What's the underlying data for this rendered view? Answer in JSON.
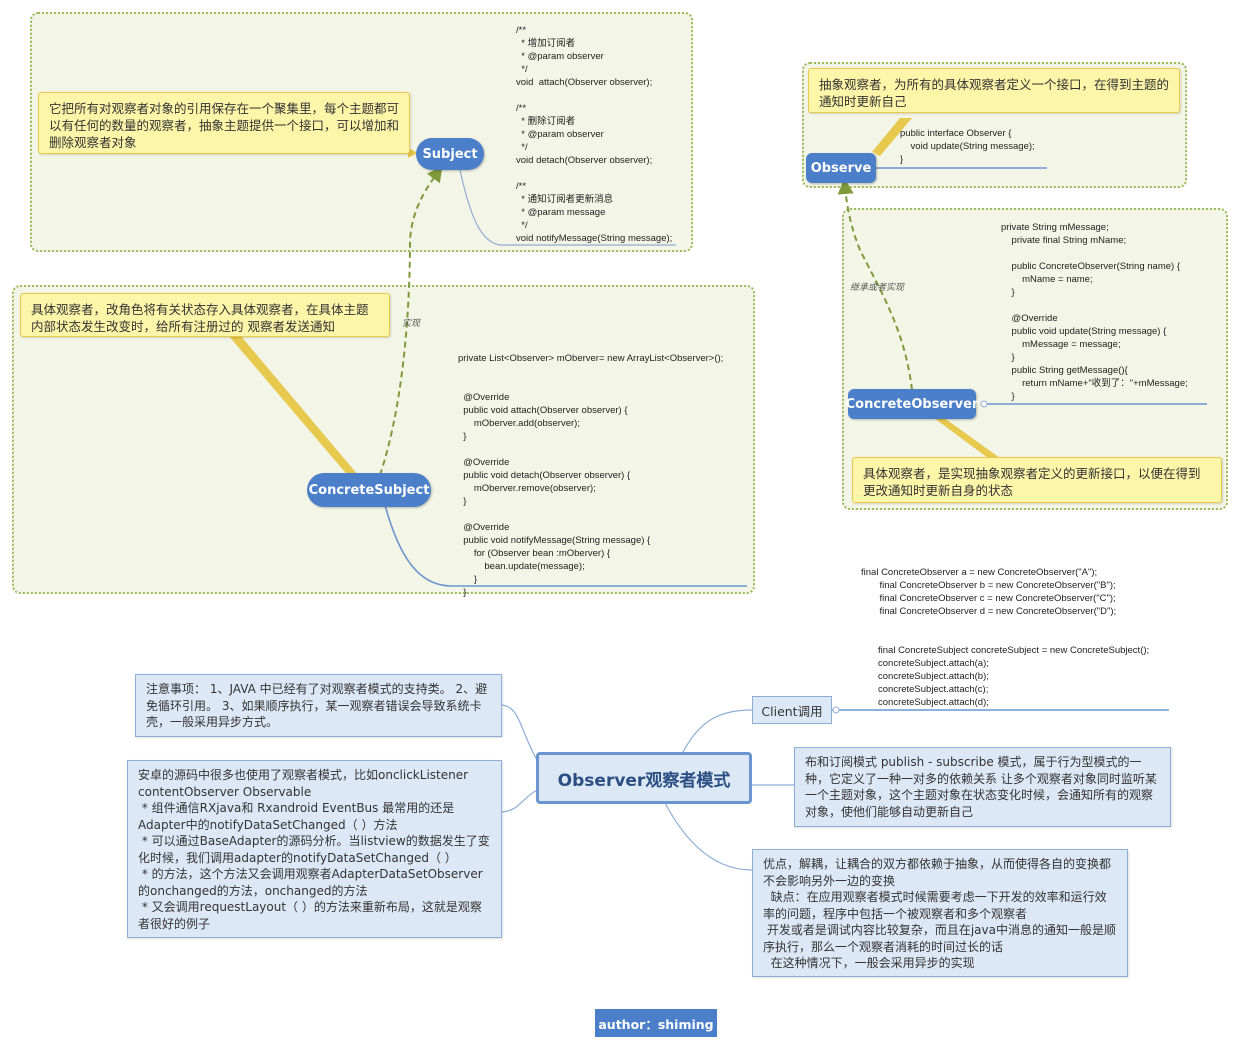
{
  "subject": {
    "label": "Subject",
    "note": "它把所有对观察者对象的引用保存在一个聚集里，每个主题都可以有任何的数量的观察者，抽象主题提供一个接口，可以增加和删除观察者对象",
    "code": "/**\n  * 增加订阅者\n  * @param observer\n  */\nvoid  attach(Observer observer);\n\n/**\n  * 删除订阅者\n  * @param observer\n  */\nvoid detach(Observer observer);\n\n/**\n  * 通知订阅者更新消息\n  * @param message\n  */\nvoid notifyMessage(String message);"
  },
  "concrete_subject": {
    "label": "ConcreteSubject",
    "note": "具体观察者，改角色将有关状态存入具体观察者，在具体主题内部状态发生改变时，给所有注册过的 观察者发送通知",
    "relation": "实现",
    "code": "private List<Observer> mOberver= new ArrayList<Observer>();\n\n\n  @Override\n  public void attach(Observer observer) {\n      mOberver.add(observer);\n  }\n\n  @Override\n  public void detach(Observer observer) {\n      mOberver.remove(observer);\n  }\n\n  @Override\n  public void notifyMessage(String message) {\n      for (Observer bean :mOberver) {\n          bean.update(message);\n      }\n  }"
  },
  "observe": {
    "label": "Observe",
    "note": "抽象观察者，为所有的具体观察者定义一个接口，在得到主题的通知时更新自己",
    "code": "public interface Observer {\n    void update(String message);\n}"
  },
  "concrete_observer": {
    "label": "ConcreteObserver",
    "relation": "继承或者实现",
    "note": "具体观察者，是实现抽象观察者定义的更新接口，以便在得到更改通知时更新自身的状态",
    "code": "private String mMessage;\n    private final String mName;\n\n    public ConcreteObserver(String name) {\n        mName = name;\n    }\n\n    @Override\n    public void update(String message) {\n        mMessage = message;\n    }\n    public String getMessage(){\n        return mName+\"收到了：\"+mMessage;\n    }"
  },
  "client": {
    "label": "Client调用",
    "code_top": "final ConcreteObserver a = new ConcreteObserver(\"A\");\n       final ConcreteObserver b = new ConcreteObserver(\"B\");\n       final ConcreteObserver c = new ConcreteObserver(\"C\");\n       final ConcreteObserver d = new ConcreteObserver(\"D\");",
    "code_bottom": "final ConcreteSubject concreteSubject = new ConcreteSubject();\nconcreteSubject.attach(a);\nconcreteSubject.attach(b);\nconcreteSubject.attach(c);\nconcreteSubject.attach(d);"
  },
  "main_topic": "Observer观察者模式",
  "notes": {
    "attention": "注意事项： 1、JAVA 中已经有了对观察者模式的支持类。 2、避免循环引用。 3、如果顺序执行，某一观察者错误会导致系统卡壳，一般采用异步方式。",
    "android": "安卓的源码中很多也使用了观察者模式，比如onclickListener contentObserver Observable\n * 组件通信RXjava和 Rxandroid EventBus 最常用的还是Adapter中的notifyDataSetChanged（ ）方法\n * 可以通过BaseAdapter的源码分析。当listview的数据发生了变化时候，我们调用adapter的notifyDataSetChanged（ ）\n * 的方法，这个方法又会调用观察者AdapterDataSetObserver的onchanged的方法，onchanged的方法\n * 又会调用requestLayout（ ）的方法来重新布局，这就是观察者很好的例子",
    "definition": "布和订阅模式 publish - subscribe 模式，属于行为型模式的一种，它定义了一种一对多的依赖关系 让多个观察者对象同时监听某一个主题对象，这个主题对象在状态变化时候，会通知所有的观察对象，使他们能够自动更新自己",
    "pros_cons": "优点，解耦，让耦合的双方都依赖于抽象，从而使得各自的变换都不会影响另外一边的变换\n  缺点：在应用观察者模式时候需要考虑一下开发的效率和运行效率的问题，程序中包括一个被观察者和多个观察者\n 开发或者是调试内容比较复杂，而且在java中消息的通知一般是顺序执行，那么一个观察者消耗的时间过长的话\n  在这种情况下，一般会采用异步的实现"
  },
  "author": "author：shiming",
  "colors": {
    "group_bg": "#f3f5e6",
    "group_border": "#9cba5c",
    "note_bg": "#fdf5a8",
    "note_border": "#e7c94e",
    "pill": "#4c7fc9",
    "blue_box": "#dde8f6",
    "blue_border": "#8eadd6",
    "main_border": "#6a95cf",
    "dashed_arrow": "#7f9a3a"
  }
}
